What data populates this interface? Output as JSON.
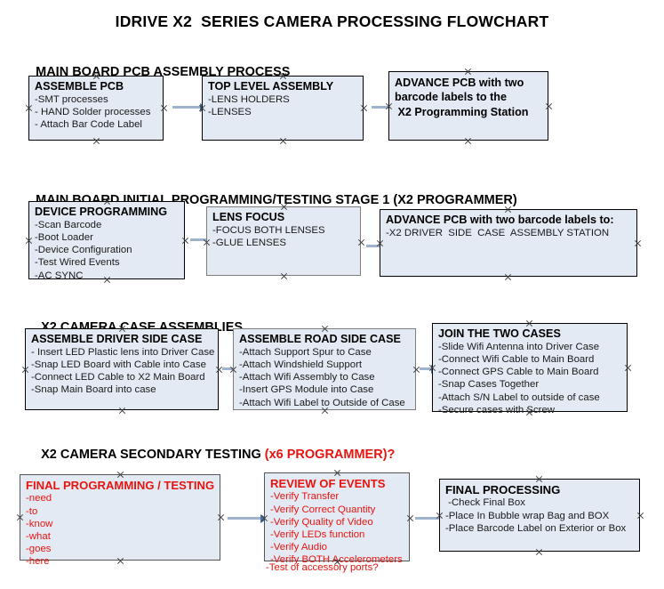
{
  "title": "IDRIVE X2  SERIES CAMERA PROCESSING FLOWCHART",
  "colors": {
    "node_fill": "#e3eaf4",
    "node_border": "#000000",
    "node_border_gray": "#7d7d7d",
    "arrow_line": "#9fb4cc",
    "arrow_head": "#4472a8",
    "accent_red": "#e8140f",
    "text": "#000000"
  },
  "sections": [
    {
      "heading": "MAIN BOARD PCB ASSEMBLY PROCESS",
      "heading_accent": "",
      "nodes": [
        {
          "header": "ASSEMBLE PCB",
          "lines": [
            "-SMT processes",
            "- HAND Solder processes",
            "- Attach Bar Code Label"
          ]
        },
        {
          "header": "TOP LEVEL ASSEMBLY",
          "lines": [
            "-LENS HOLDERS",
            "-LENSES"
          ]
        },
        {
          "header": "",
          "lines": [
            "ADVANCE PCB with two",
            "barcode labels to the",
            " X2 Programming Station"
          ]
        }
      ]
    },
    {
      "heading": "MAIN BOARD INITIAL PROGRAMMING/TESTING STAGE 1 (X2 PROGRAMMER)",
      "heading_accent": "",
      "nodes": [
        {
          "header": "DEVICE PROGRAMMING",
          "lines": [
            "-Scan Barcode",
            "-Boot Loader",
            "-Device Configuration",
            "-Test Wired Events",
            "-AC SYNC"
          ]
        },
        {
          "header": "LENS FOCUS",
          "lines": [
            "-FOCUS BOTH LENSES",
            "-GLUE LENSES"
          ]
        },
        {
          "header": "ADVANCE PCB with two barcode labels to:",
          "lines": [
            "-X2 DRIVER  SIDE  CASE  ASSEMBLY STATION"
          ]
        }
      ]
    },
    {
      "heading": "X2 CAMERA CASE ASSEMBLIES",
      "heading_accent": "",
      "nodes": [
        {
          "header": "ASSEMBLE DRIVER SIDE CASE",
          "lines": [
            "- Insert LED Plastic lens into Driver Case",
            "-Snap LED Board with Cable into Case",
            "-Connect LED Cable to X2 Main Board",
            "-Snap Main Board into case"
          ]
        },
        {
          "header": "ASSEMBLE ROAD SIDE CASE",
          "lines": [
            "-Attach Support Spur to Case",
            "-Attach Windshield Support",
            "-Attach Wifi Assembly to Case",
            "-Insert GPS Module into Case",
            "-Attach Wifi Label to Outside of Case"
          ]
        },
        {
          "header": "JOIN THE TWO CASES",
          "lines": [
            "-Slide Wifi Antenna into Driver Case",
            "-Connect Wifi Cable to Main Board",
            "-Connect GPS Cable to Main Board",
            "-Snap Cases Together",
            "-Attach S/N Label to outside of case",
            "-Secure cases with Screw"
          ]
        }
      ]
    },
    {
      "heading": "X2 CAMERA SECONDARY TESTING ",
      "heading_accent": "(x6 PROGRAMMER)?",
      "nodes": [
        {
          "header": "FINAL PROGRAMMING / TESTING",
          "lines": [
            "-need",
            "-to",
            "-know",
            "-what",
            "-goes",
            "-here"
          ]
        },
        {
          "header": "REVIEW OF EVENTS",
          "lines": [
            "-Verify Transfer",
            "-Verify Correct Quantity",
            "-Verify Quality of Video",
            "-Verify LEDs function",
            "-Verify Audio",
            "-Verify BOTH Accelerometers"
          ],
          "overflow_line": "-Test of accessory ports?"
        },
        {
          "header": "FINAL PROCESSING",
          "lines": [
            " -Check Final Box",
            "-Place In Bubble wrap Bag and BOX",
            "-Place Barcode Label on Exterior or Box"
          ]
        }
      ]
    }
  ]
}
